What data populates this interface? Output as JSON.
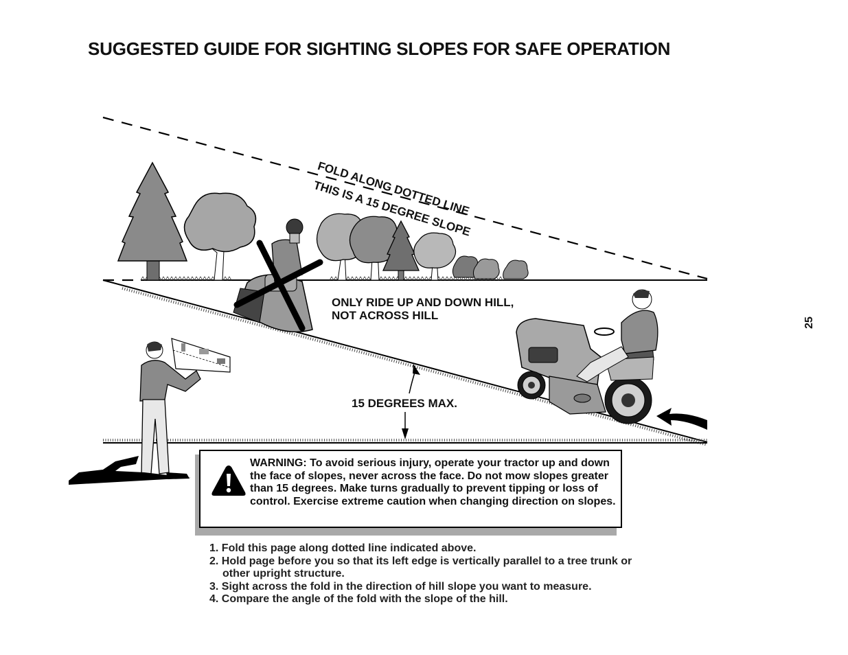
{
  "title": "SUGGESTED GUIDE FOR SIGHTING SLOPES FOR SAFE OPERATION",
  "page_number": "25",
  "illustration": {
    "fold_line_label": "FOLD ALONG DOTTED LINE",
    "slope_label": "THIS IS A 15 DEGREE SLOPE",
    "ride_instruction": "ONLY RIDE UP AND DOWN HILL,\nNOT ACROSS HILL",
    "angle_label": "15 DEGREES MAX."
  },
  "warning": {
    "icon": "warning-triangle-icon",
    "text": "WARNING: To avoid serious injury, operate your tractor up and down the face of slopes, never across the face. Do not mow slopes greater than 15 degrees. Make turns gradually to prevent tipping or loss of control. Exercise extreme caution when changing direction on slopes."
  },
  "instructions": [
    "1. Fold this page along dotted line indicated above.",
    "2. Hold page before you so that its left edge is vertically parallel to a tree trunk or other upright structure.",
    "3. Sight across the fold in the direction of hill slope you want to measure.",
    "4. Compare the angle of the fold with the slope of the hill."
  ]
}
